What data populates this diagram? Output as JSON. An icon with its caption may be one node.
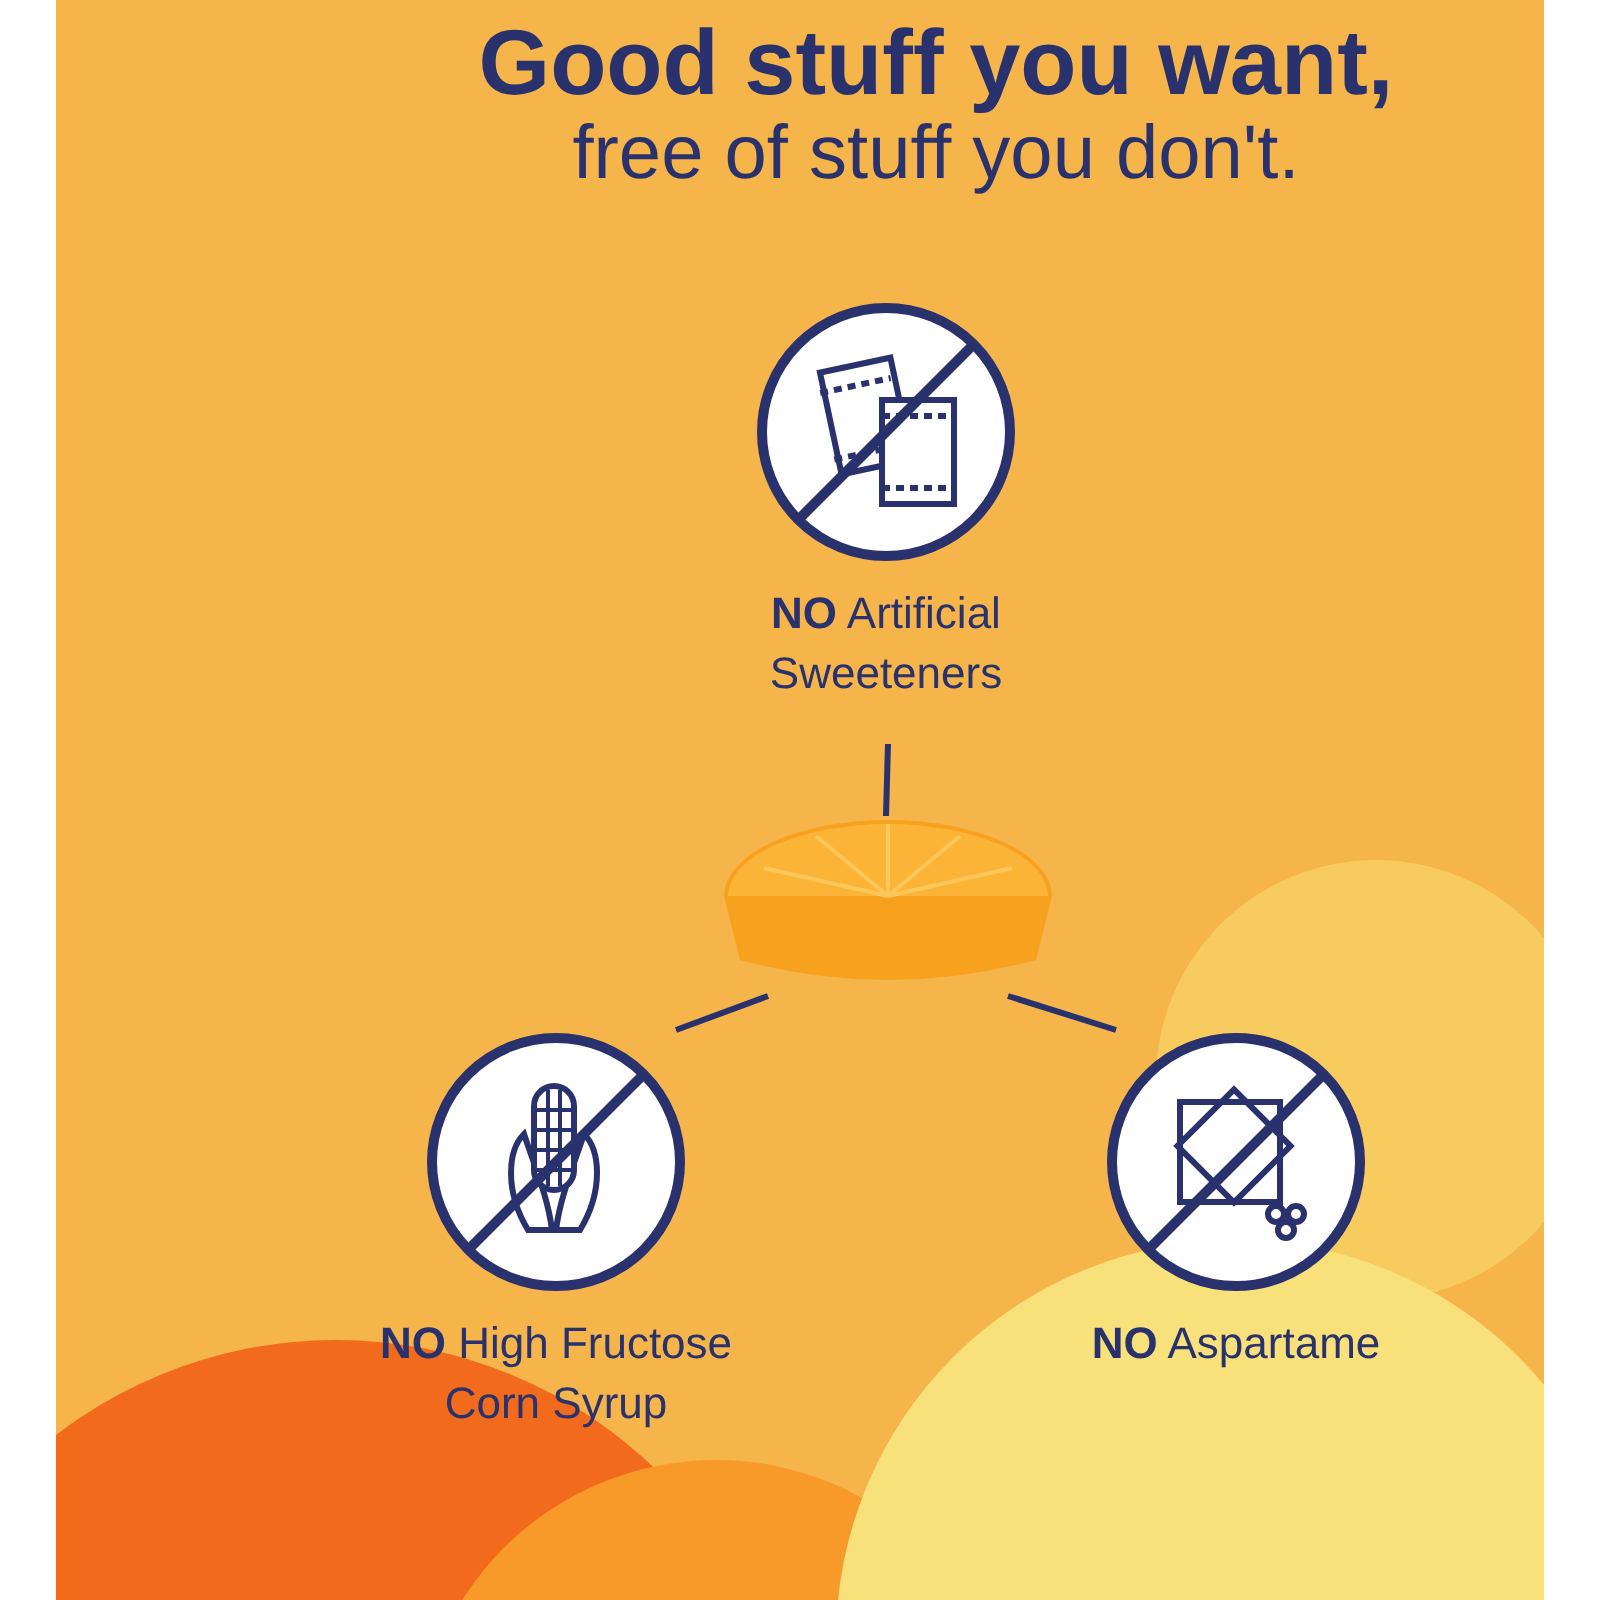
{
  "diagram": {
    "title": "Good stuff you want,",
    "caption": "free of stuff you don't.",
    "nodes": [
      {
        "text": [
          "**NO** Artificial Sweeteners"
        ]
      },
      {
        "text": [],
        "shape": "picture"
      },
      {
        "text": [
          "**NO** High Fructose Corn Syrup"
        ]
      },
      {
        "text": [
          "**NO** Aspartame"
        ]
      }
    ],
    "edges": [
      {
        "from": 0,
        "to": 1,
        "arrow": "none"
      },
      {
        "from": 1,
        "to": 2,
        "arrow": "none"
      },
      {
        "from": 1,
        "to": 3,
        "arrow": "none"
      }
    ]
  }
}
